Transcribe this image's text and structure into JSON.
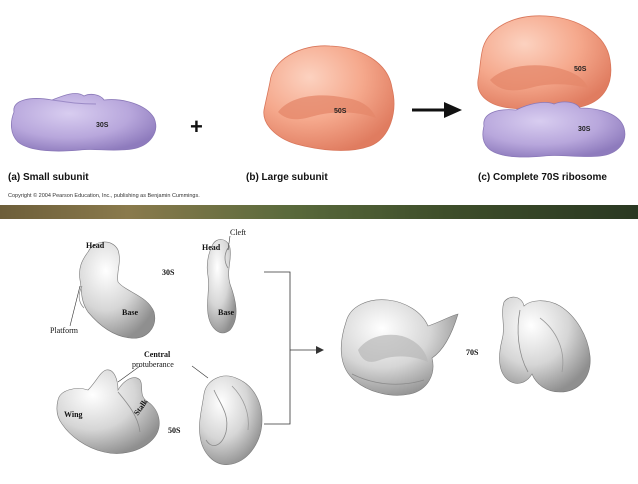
{
  "top_panel": {
    "small_subunit": {
      "caption": "(a) Small subunit",
      "label": "30S"
    },
    "plus": "+",
    "large_subunit": {
      "caption": "(b) Large subunit",
      "label": "50S"
    },
    "complete": {
      "caption": "(c) Complete 70S ribosome",
      "large_label": "50S",
      "small_label": "30S"
    },
    "copyright": "Copyright © 2004 Pearson Education, Inc., publishing as Benjamin Cummings.",
    "colors": {
      "small": "#b9a9dc",
      "large": "#f4a68b",
      "arrow": "#111111"
    }
  },
  "bottom_panel": {
    "s30_group": {
      "head": "Head",
      "base": "Base",
      "platform": "Platform",
      "label": "30S",
      "cleft": "Cleft",
      "head2": "Head",
      "base2": "Base"
    },
    "s50_group": {
      "central": "Central",
      "protuberance": "protuberance",
      "wing": "Wing",
      "stalk": "Stalk",
      "label": "50S"
    },
    "s70_label": "70S"
  }
}
